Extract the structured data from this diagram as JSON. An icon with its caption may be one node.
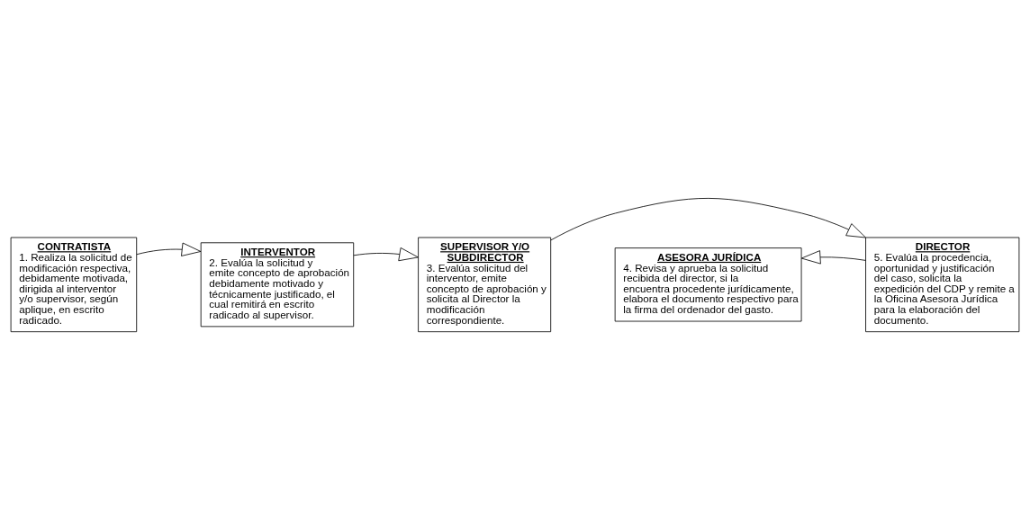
{
  "diagram": {
    "nodes": [
      {
        "text": [
          "CONTRATISTA",
          "1. Realiza la solicitud de modificación respectiva, debidamente motivada, dirigida al interventor y/o supervisor, según aplique, en escrito radicado."
        ]
      },
      {
        "text": [
          "INTERVENTOR",
          "2. Evalúa la solicitud y emite concepto de aprobación debidamente motivado y técnicamente justificado, el cual remitirá en escrito radicado al supervisor."
        ]
      },
      {
        "text": [
          "SUPERVISOR Y/O SUBDIRECTOR",
          "3. Evalúa solicitud del interventor, emite concepto de aprobación y solicita al Director la modificación correspondiente."
        ]
      },
      {
        "text": [
          "ASESORA JURÍDICA",
          "4. Revisa y aprueba la solicitud recibida del director, si la encuentra procedente jurídicamente, elabora el documento respectivo para la firma del ordenador del gasto."
        ]
      },
      {
        "text": [
          "DIRECTOR",
          "5. Evalúa la procedencia, oportunidad y justificación del caso, solicita la expedición del CDP y remite a la Oficina Asesora Jurídica para la elaboración del documento."
        ]
      }
    ],
    "edges": [
      {
        "from": 0,
        "to": 1,
        "arrow": "to"
      },
      {
        "from": 1,
        "to": 2,
        "arrow": "to"
      },
      {
        "from": 2,
        "to": 4,
        "arrow": "to"
      },
      {
        "from": 4,
        "to": 3,
        "arrow": "to"
      }
    ]
  }
}
